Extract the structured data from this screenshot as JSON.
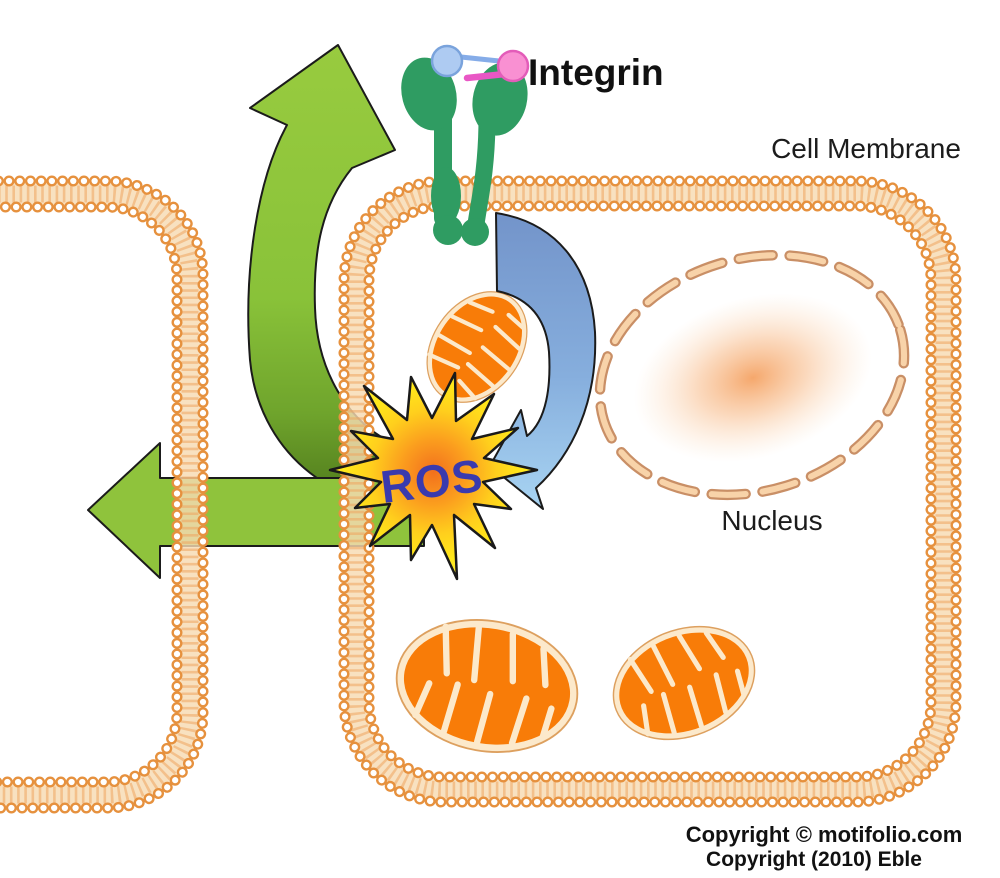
{
  "diagram": {
    "labels": {
      "integrin": "Integrin",
      "cell_membrane": "Cell Membrane",
      "nucleus": "Nucleus",
      "ros": "ROS"
    },
    "copyright": {
      "line1": "Copyright © motifolio.com",
      "line2": "Copyright (2010) Eble"
    },
    "colors": {
      "arrow_green_light": "#98CB3F",
      "arrow_green_dark": "#4E781B",
      "arrow_green_flat": "#8FC33C",
      "arrow_blue_dark": "#7394CA",
      "arrow_blue_light": "#A8D4F2",
      "integrin_green": "#2F9C62",
      "ligand_ball_blue": "#AECBF2",
      "ligand_ball_pink": "#F990D2",
      "membrane_bead_orange": "#E6913E",
      "mitochondria_orange": "#F87C08",
      "mitochondria_cream": "#FCE9CB",
      "nucleus_peach": "#F8D3A9",
      "star_yellow": "#FFE81A",
      "star_core_orange": "#F2701D",
      "ros_text": "#3A3AAE",
      "label_text": "#111111"
    }
  }
}
